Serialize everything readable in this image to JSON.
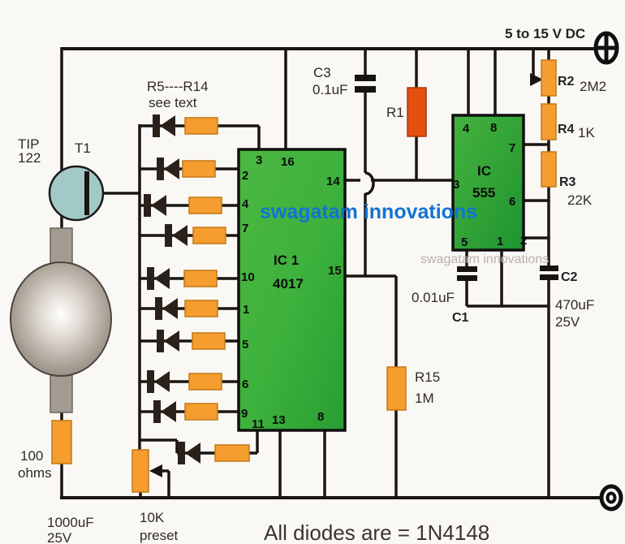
{
  "note": "All diodes are = 1N4148",
  "supply": {
    "label": "5 to 15 V DC"
  },
  "watermarks": {
    "blue": "swagatam innovations",
    "gray": "swagatam innovations"
  },
  "transistor": {
    "ref": "T1",
    "part_line1": "TIP",
    "part_line2": "122"
  },
  "ladder": {
    "label_line1": "R5----R14",
    "label_line2": "see text"
  },
  "ic1": {
    "title_line1": "IC 1",
    "title_line2": "4017",
    "p2": "2",
    "p3": "3",
    "p16": "16",
    "p4": "4",
    "p7": "7",
    "p10": "10",
    "p1": "1",
    "p5": "5",
    "p6": "6",
    "p9": "9",
    "p11": "11",
    "p13": "13",
    "p8": "8",
    "p14": "14",
    "p15": "15"
  },
  "ic2": {
    "title_line1": "IC",
    "title_line2": "555",
    "p4": "4",
    "p8": "8",
    "p7": "7",
    "p3": "3",
    "p6": "6",
    "p5": "5",
    "p1": "1",
    "p2": "2"
  },
  "resistors": {
    "r1": {
      "ref": "R1"
    },
    "r2": {
      "ref": "R2",
      "value": "2M2"
    },
    "r4": {
      "ref": "R4",
      "value": "1K"
    },
    "r3": {
      "ref": "R3",
      "value": "22K"
    },
    "r15": {
      "ref": "R15",
      "value": "1M"
    },
    "motor_series": {
      "value_line1": "100",
      "value_line2": "ohms"
    },
    "preset": {
      "value_line1": "10K",
      "value_line2": "preset"
    }
  },
  "capacitors": {
    "c3": {
      "ref": "C3",
      "value": "0.1uF"
    },
    "c1": {
      "ref": "C1",
      "value": "0.01uF"
    },
    "c2": {
      "ref": "C2",
      "value_line1": "470uF",
      "value_line2": "25V"
    },
    "c4": {
      "value_line1": "1000uF",
      "value_line2": "25V"
    }
  },
  "colors": {
    "ic_green": "#3cb13c",
    "resistor_orange": "#f59d2e",
    "r1_red": "#e5500f",
    "transistor_blue": "#a2c9c8",
    "watermark_blue": "#1273d4",
    "wire_black": "#1b1410"
  }
}
